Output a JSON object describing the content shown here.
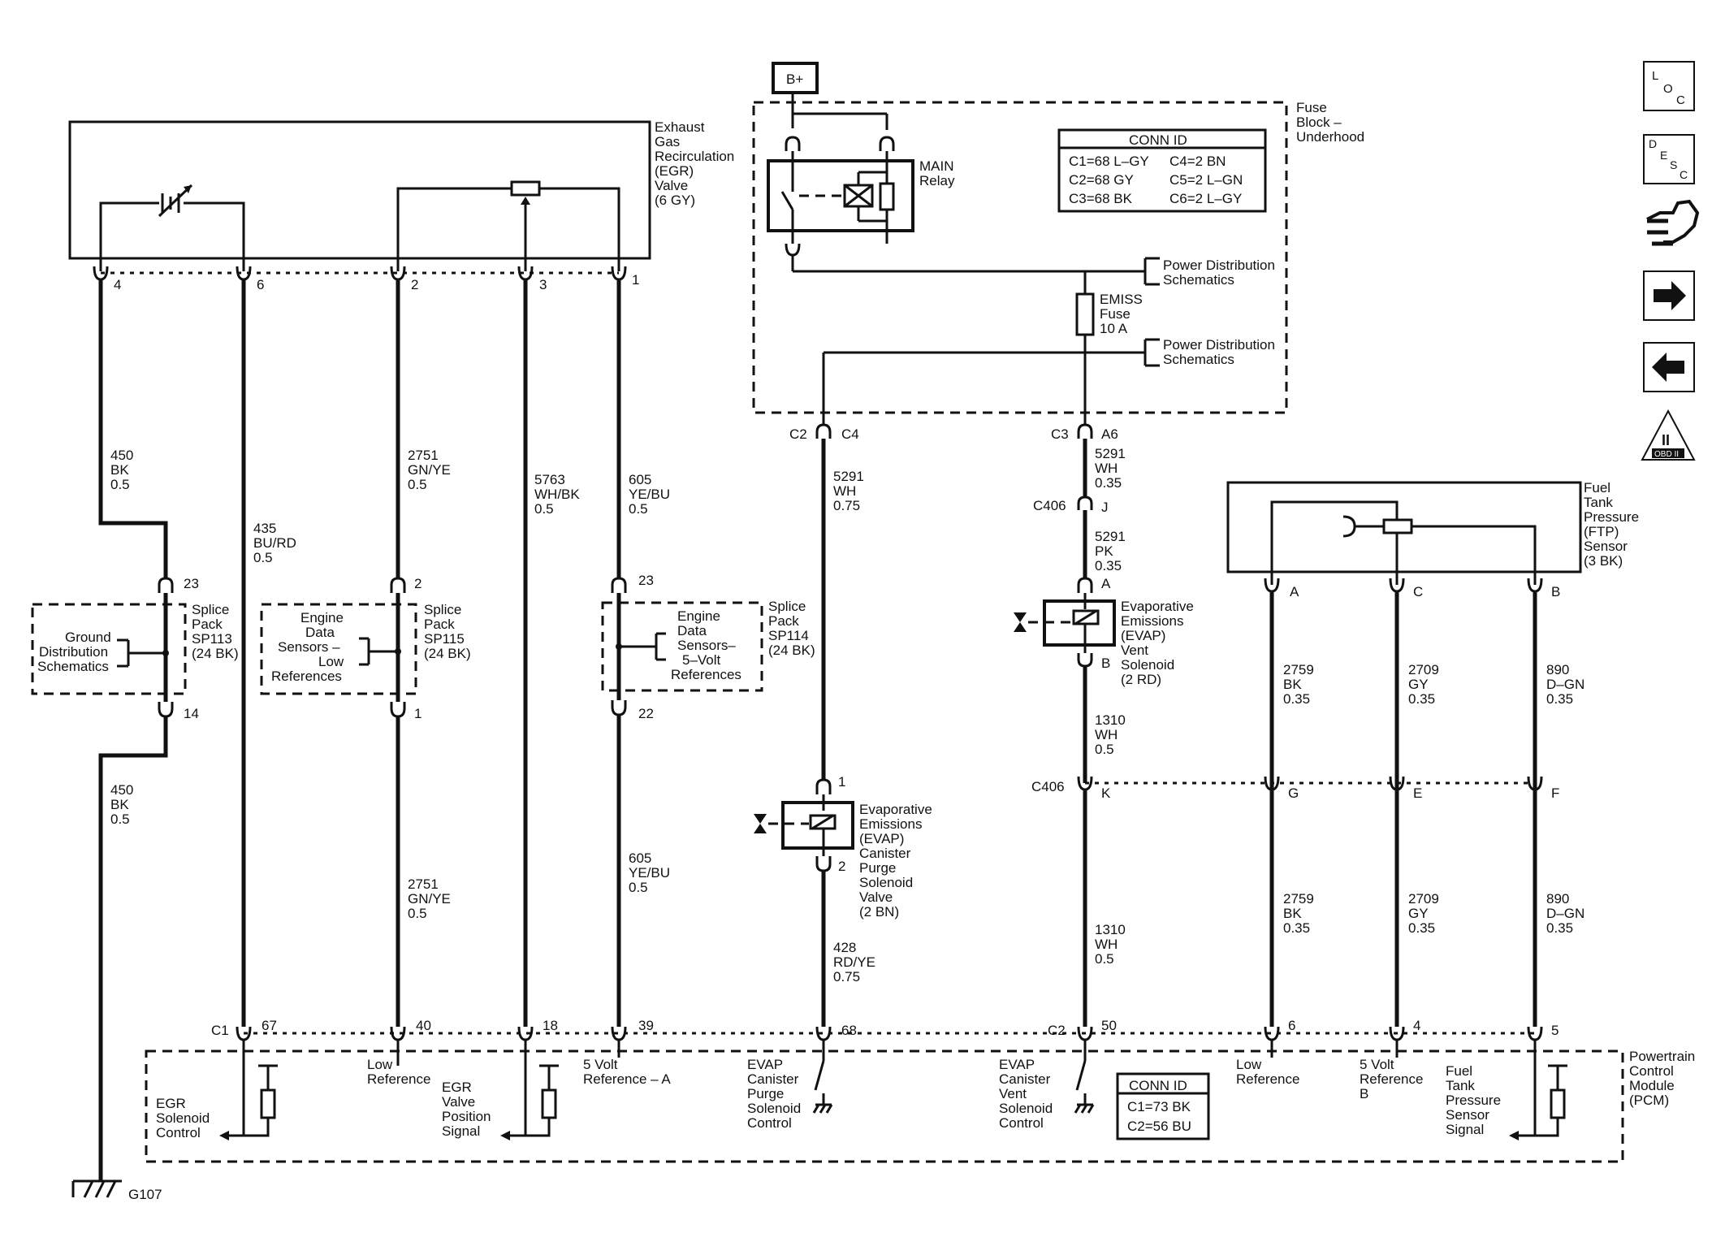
{
  "supply": {
    "label": "B+"
  },
  "egr": {
    "name": [
      "Exhaust",
      "Gas",
      "Recirculation",
      "(EGR)",
      "Valve",
      "(6 GY)"
    ],
    "pins": [
      "4",
      "6",
      "2",
      "3",
      "1"
    ]
  },
  "fuse_block": {
    "name": [
      "Fuse",
      "Block –",
      "Underhood"
    ],
    "relay": [
      "MAIN",
      "Relay"
    ],
    "fuse": [
      "EMISS",
      "Fuse",
      "10 A"
    ],
    "power_dist_1": [
      "Power Distribution",
      "Schematics"
    ],
    "power_dist_2": [
      "Power Distribution",
      "Schematics"
    ],
    "conn_id": {
      "title": "CONN ID",
      "rows": [
        [
          "C1=68 L–GY",
          "C4=2 BN"
        ],
        [
          "C2=68 GY",
          "C5=2 L–GN"
        ],
        [
          "C3=68 BK",
          "C6=2 L–GY"
        ]
      ]
    }
  },
  "wires": {
    "w450a": [
      "450",
      "BK",
      "0.5"
    ],
    "w435": [
      "435",
      "BU/RD",
      "0.5"
    ],
    "w2751a": [
      "2751",
      "GN/YE",
      "0.5"
    ],
    "w5763": [
      "5763",
      "WH/BK",
      "0.5"
    ],
    "w605a": [
      "605",
      "YE/BU",
      "0.5"
    ],
    "w450b": [
      "450",
      "BK",
      "0.5"
    ],
    "w2751b": [
      "2751",
      "GN/YE",
      "0.5"
    ],
    "w605b": [
      "605",
      "YE/BU",
      "0.5"
    ],
    "w5291a": [
      "5291",
      "WH",
      "0.75"
    ],
    "w428": [
      "428",
      "RD/YE",
      "0.75"
    ],
    "w5291b": [
      "5291",
      "WH",
      "0.35"
    ],
    "w5291c": [
      "5291",
      "PK",
      "0.35"
    ],
    "w1310a": [
      "1310",
      "WH",
      "0.5"
    ],
    "w1310b": [
      "1310",
      "WH",
      "0.5"
    ],
    "w2759a": [
      "2759",
      "BK",
      "0.35"
    ],
    "w2709a": [
      "2709",
      "GY",
      "0.35"
    ],
    "w890a": [
      "890",
      "D–GN",
      "0.35"
    ],
    "w2759b": [
      "2759",
      "BK",
      "0.35"
    ],
    "w2709b": [
      "2709",
      "GY",
      "0.35"
    ],
    "w890b": [
      "890",
      "D–GN",
      "0.35"
    ]
  },
  "splices": {
    "sp113": {
      "name": [
        "Splice",
        "Pack",
        "SP113",
        "(24 BK)"
      ],
      "desc": [
        "Ground",
        "Distribution",
        "Schematics"
      ],
      "pin_top": "23",
      "pin_bot": "14"
    },
    "sp115": {
      "name": [
        "Splice",
        "Pack",
        "SP115",
        "(24 BK)"
      ],
      "desc": [
        "Engine",
        "Data",
        "Sensors –",
        "Low",
        "References"
      ],
      "pin_top": "2",
      "pin_bot": "1"
    },
    "sp114": {
      "name": [
        "Splice",
        "Pack",
        "SP114",
        "(24 BK)"
      ],
      "desc": [
        "Engine",
        "Data",
        "Sensors–",
        "5–Volt",
        "References"
      ],
      "pin_top": "23",
      "pin_bot": "22"
    }
  },
  "connectors": {
    "c2": "C2",
    "c4": "C4",
    "c3": "C3",
    "a6": "A6",
    "c406_top": "C406",
    "j": "J",
    "c406_mid": "C406",
    "k": "K",
    "g": "G",
    "e": "E",
    "f": "F"
  },
  "purge": {
    "pin1": "1",
    "pin2": "2",
    "name": [
      "Evaporative",
      "Emissions",
      "(EVAP)",
      "Canister",
      "Purge",
      "Solenoid",
      "Valve",
      "(2 BN)"
    ]
  },
  "vent": {
    "pinA": "A",
    "pinB": "B",
    "name": [
      "Evaporative",
      "Emissions",
      "(EVAP)",
      "Vent",
      "Solenoid",
      "(2 RD)"
    ]
  },
  "ftp": {
    "name": [
      "Fuel",
      "Tank",
      "Pressure",
      "(FTP)",
      "Sensor",
      "(3 BK)"
    ],
    "pins": [
      "A",
      "C",
      "B"
    ]
  },
  "pcm": {
    "name": [
      "Powertrain",
      "Control",
      "Module",
      "(PCM)"
    ],
    "c1": "C1",
    "c2": "C2",
    "pins": [
      "67",
      "40",
      "18",
      "39",
      "68",
      "50",
      "6",
      "4",
      "5"
    ],
    "labels": {
      "egr_ctrl": [
        "EGR",
        "Solenoid",
        "Control"
      ],
      "low_ref1": [
        "Low",
        "Reference"
      ],
      "egr_pos": [
        "EGR",
        "Valve",
        "Position",
        "Signal"
      ],
      "five_ref_a": [
        "5 Volt",
        "Reference – A"
      ],
      "purge_ctrl": [
        "EVAP",
        "Canister",
        "Purge",
        "Solenoid",
        "Control"
      ],
      "vent_ctrl": [
        "EVAP",
        "Canister",
        "Vent",
        "Solenoid",
        "Control"
      ],
      "low_ref2": [
        "Low",
        "Reference"
      ],
      "five_ref_b": [
        "5 Volt",
        "Reference",
        "B"
      ],
      "ftp_sig": [
        "Fuel",
        "Tank",
        "Pressure",
        "Sensor",
        "Signal"
      ]
    },
    "conn_id": {
      "title": "CONN ID",
      "rows": [
        "C1=73 BK",
        "C2=56 BU"
      ]
    }
  },
  "ground": "G107",
  "nav": {
    "loc": [
      "L",
      "O",
      "C"
    ],
    "desc": [
      "D",
      "E",
      "S",
      "C"
    ],
    "obd": "OBD II",
    "obd_mark": "II"
  }
}
